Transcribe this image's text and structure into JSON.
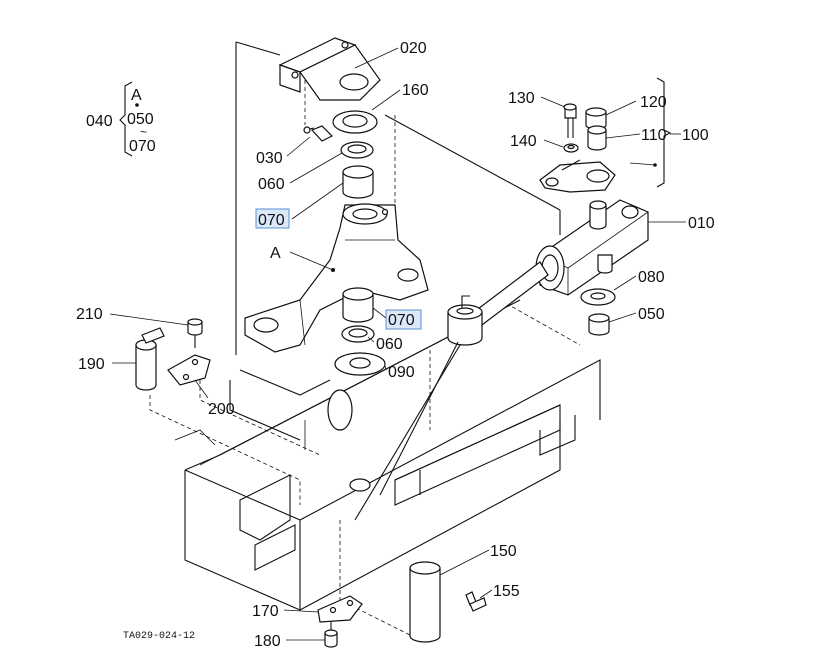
{
  "labels": {
    "p020": "020",
    "p160": "160",
    "p030": "030",
    "p060a": "060",
    "p070a": "070",
    "pA": "A",
    "p070b": "070",
    "p060b": "060",
    "p090": "090",
    "p210": "210",
    "p190": "190",
    "p200": "200",
    "p130": "130",
    "p120": "120",
    "p140": "140",
    "p110": "110",
    "p100": "100",
    "p010": "010",
    "p080": "080",
    "p050": "050",
    "p150": "150",
    "p155": "155",
    "p170": "170",
    "p180": "180"
  },
  "legend": {
    "title": "A",
    "prefix": "040",
    "line1": "050",
    "line2": "070"
  },
  "figure_code": "TA029-024-12",
  "highlight_color": "#dbe8f7"
}
